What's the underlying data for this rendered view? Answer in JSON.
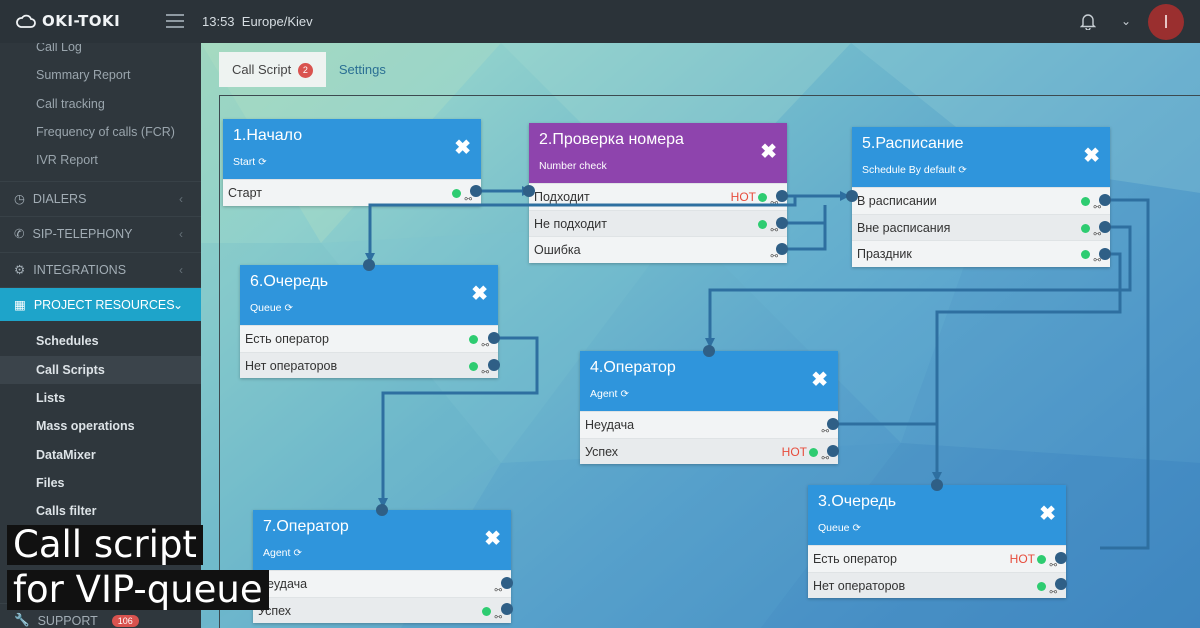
{
  "header": {
    "logo": "OKI-TOKI",
    "time": "13:53",
    "timezone": "Europe/Kiev",
    "avatar_initial": "I"
  },
  "sidebar": {
    "report_items": [
      "Call Log",
      "Summary Report",
      "Call tracking",
      "Frequency of calls (FCR)",
      "IVR Report"
    ],
    "groups": [
      {
        "label": "DIALERS",
        "icon": "clock-icon"
      },
      {
        "label": "SIP-TELEPHONY",
        "icon": "phone-icon"
      },
      {
        "label": "INTEGRATIONS",
        "icon": "gears-icon"
      },
      {
        "label": "PROJECT RESOURCES",
        "icon": "grid-icon"
      }
    ],
    "resources": [
      "Schedules",
      "Call Scripts",
      "Lists",
      "Mass operations",
      "DataMixer",
      "Files",
      "Calls filter"
    ],
    "support": {
      "label": "SUPPORT",
      "badge": "106"
    }
  },
  "tabs": {
    "call_script": "Call Script",
    "call_script_count": "2",
    "settings": "Settings"
  },
  "nodes": {
    "n1": {
      "title": "1.Начало",
      "sub": "Start",
      "rows": [
        "Старт"
      ]
    },
    "n2": {
      "title": "2.Проверка номера",
      "sub": "Number check",
      "rows": [
        "Подходит",
        "Не подходит",
        "Ошибка"
      ],
      "hot": "HOT"
    },
    "n5": {
      "title": "5.Расписание",
      "sub": "Schedule By default",
      "rows": [
        "В расписании",
        "Вне расписания",
        "Праздник"
      ]
    },
    "n6": {
      "title": "6.Очередь",
      "sub": "Queue",
      "rows": [
        "Есть оператор",
        "Нет операторов"
      ]
    },
    "n4": {
      "title": "4.Оператор",
      "sub": "Agent",
      "rows": [
        "Неудача",
        "Успех"
      ],
      "hot": "HOT"
    },
    "n7": {
      "title": "7.Оператор",
      "sub": "Agent",
      "rows": [
        "Неудача",
        "Успех"
      ]
    },
    "n3": {
      "title": "3.Очередь",
      "sub": "Queue",
      "rows": [
        "Есть оператор",
        "Нет операторов"
      ],
      "hot": "HOT"
    }
  },
  "caption": {
    "line1": "Call script",
    "line2": "for VIP-queue"
  },
  "colors": {
    "accent": "#1ea4ca",
    "node_blue": "#2f95dc",
    "node_purple": "#8e44ad",
    "hot": "#e74c3c",
    "ok": "#2ecc71"
  }
}
